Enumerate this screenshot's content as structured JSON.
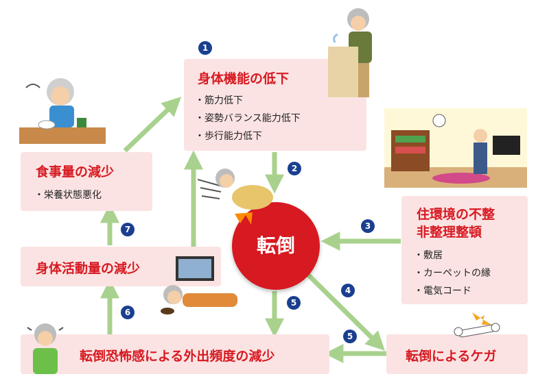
{
  "center": {
    "label": "転倒"
  },
  "boxes": {
    "physical": {
      "title": "身体機能の低下",
      "bullets": [
        "・筋力低下",
        "・姿勢バランス能力低下",
        "・歩行能力低下"
      ]
    },
    "meal": {
      "title": "食事量の減少",
      "bullets": [
        "・栄養状態悪化"
      ]
    },
    "activity": {
      "title": "身体活動量の減少"
    },
    "fear": {
      "title": "転倒恐怖感による外出頻度の減少"
    },
    "injury": {
      "title": "転倒によるケガ"
    },
    "environment": {
      "title_line1": "住環境の不整",
      "title_line2": "非整理整頓",
      "bullets": [
        "・敷居",
        "・カーペットの縁",
        "・電気コード"
      ]
    }
  },
  "numbers": {
    "n1": "1",
    "n2": "2",
    "n3": "3",
    "n4": "4",
    "n5a": "5",
    "n5b": "5",
    "n6": "6",
    "n7": "7"
  },
  "colors": {
    "accent_red": "#d71921",
    "box_pink": "#fbe3e3",
    "arrow_green": "#a9d18e",
    "number_navy": "#1b3f8f"
  }
}
